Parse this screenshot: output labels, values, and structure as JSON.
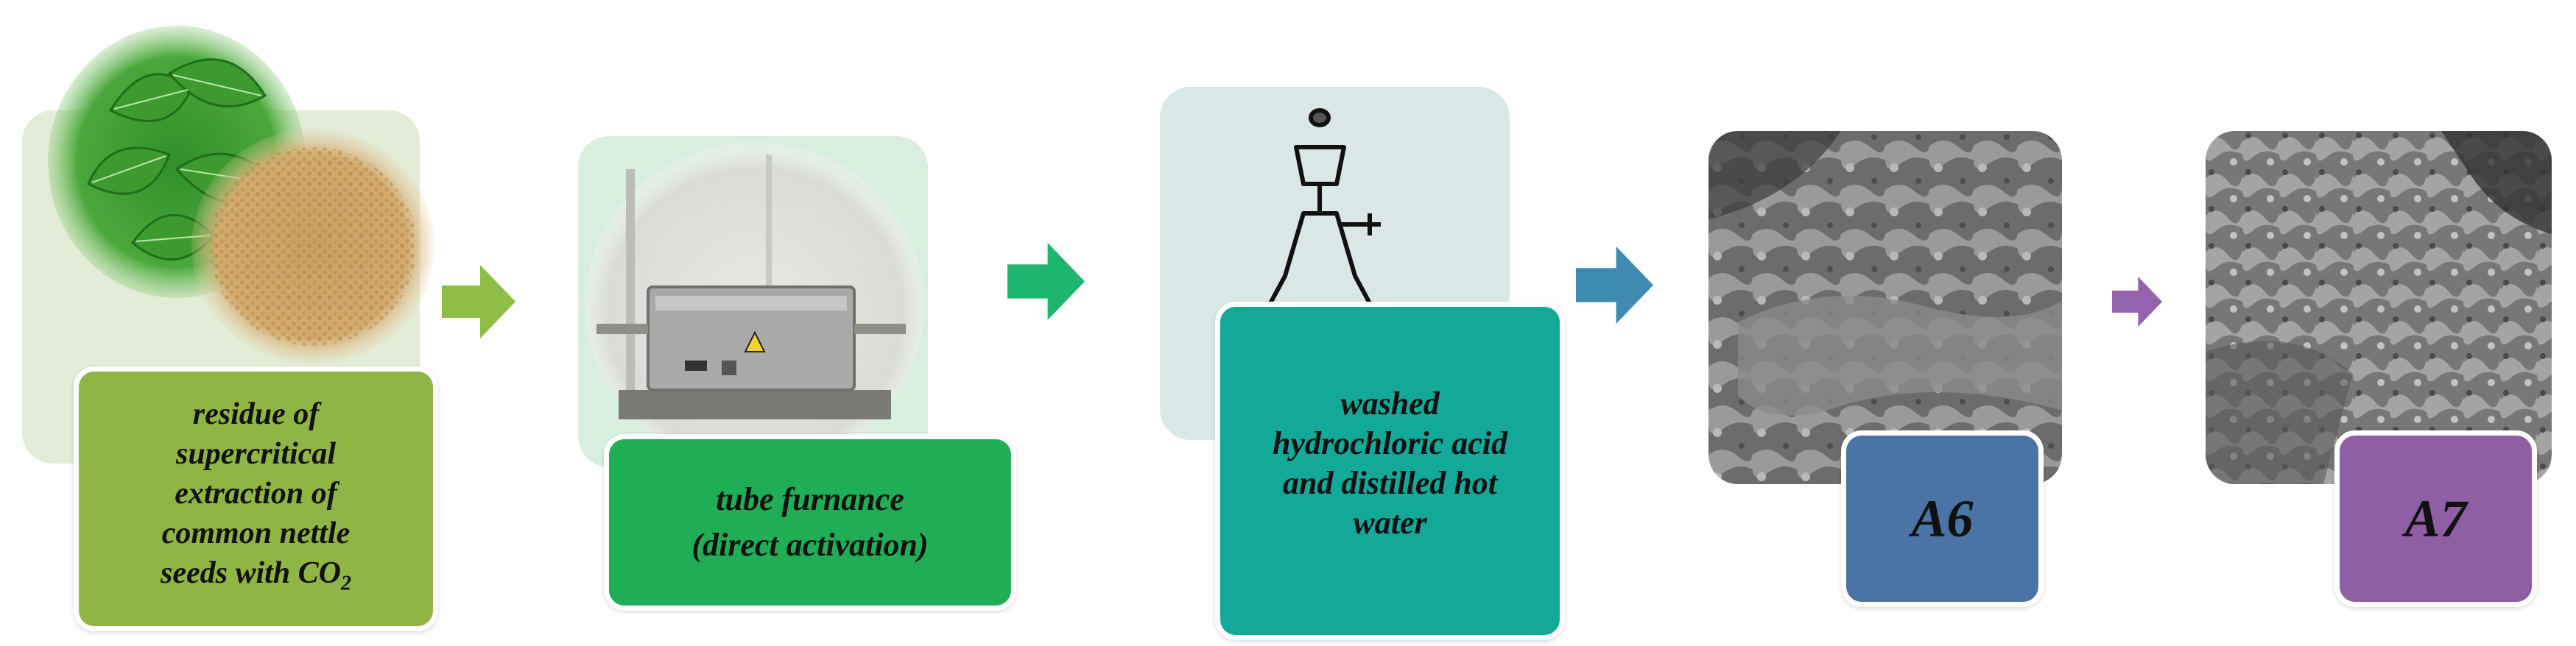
{
  "steps": [
    {
      "lines": [
        "residue of",
        "supercritical",
        "extraction of",
        "common nettle",
        "seeds with CO"
      ],
      "subscript": "2"
    },
    {
      "lines": [
        "tube furnance",
        "(direct activation)"
      ]
    },
    {
      "lines": [
        "washed",
        "hydrochloric acid",
        "and distilled hot",
        "water"
      ]
    },
    {
      "lines": [
        "A6"
      ]
    },
    {
      "lines": [
        "A7"
      ]
    }
  ],
  "colors": {
    "step1": "#8fb544",
    "step2": "#1fae56",
    "step3": "#12a998",
    "step4": "#4b74a6",
    "step5": "#8f5ea5",
    "arrow1": "#8fbe45",
    "arrow2": "#1eb56c",
    "arrow3": "#3f8ab0",
    "arrow4": "#9563ad"
  }
}
